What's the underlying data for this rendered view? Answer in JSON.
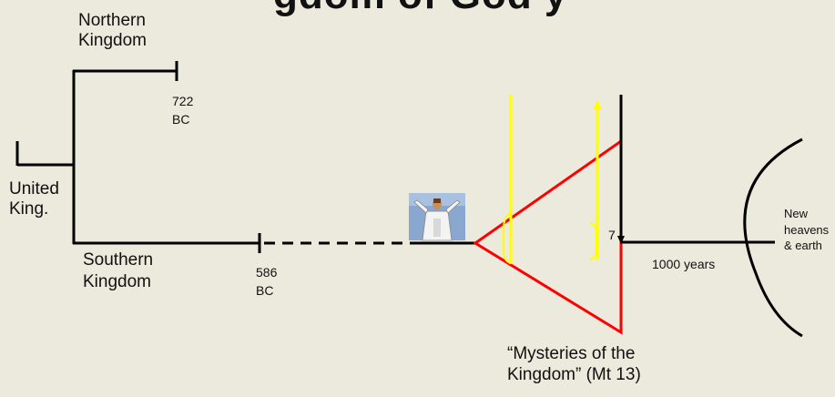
{
  "title_fragment": "gdom of God y",
  "labels": {
    "northern_kingdom": [
      "Northern",
      "Kingdom"
    ],
    "north_date": [
      "722",
      "BC"
    ],
    "united_kingdom": [
      "United",
      "King."
    ],
    "southern_kingdom": [
      "Southern",
      "Kingdom"
    ],
    "south_date": [
      "586",
      "BC"
    ],
    "seven": "7",
    "thousand_years": "1000 years",
    "new_heavens": [
      "New",
      "heavens",
      "& earth"
    ],
    "mysteries": [
      "“Mysteries of the",
      "Kingdom” (Mt 13)"
    ]
  },
  "colors": {
    "background": "#ece9dd",
    "timeline": "#000000",
    "triangle": "#ff0000",
    "rapture_arrows": "#ffff00"
  },
  "figure": {
    "name": "christ-figure-image"
  }
}
